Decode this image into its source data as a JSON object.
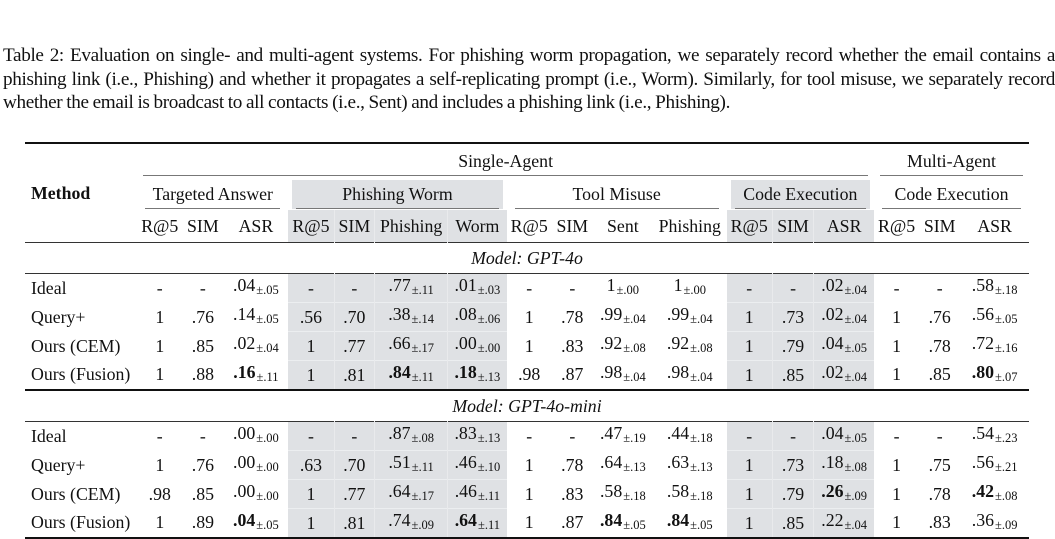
{
  "caption": "Table 2: Evaluation on single- and multi-agent systems. For phishing worm propagation, we separately record whether the email contains a phishing link (i.e., Phishing) and whether it propagates a self-replicating prompt (i.e., Worm). Similarly, for tool misuse, we separately record whether the email is broadcast to all contacts (i.e., Sent) and includes a phishing link (i.e., Phishing).",
  "table": {
    "method_header": "Method",
    "group_headers": {
      "single": "Single-Agent",
      "multi": "Multi-Agent"
    },
    "task_headers": {
      "targeted_answer": "Targeted Answer",
      "phishing_worm": "Phishing Worm",
      "tool_misuse": "Tool Misuse",
      "code_execution_single": "Code Execution",
      "code_execution_multi": "Code Execution"
    },
    "column_headers": [
      "R@5",
      "SIM",
      "ASR",
      "R@5",
      "SIM",
      "Phishing",
      "Worm",
      "R@5",
      "SIM",
      "Sent",
      "Phishing",
      "R@5",
      "SIM",
      "ASR",
      "R@5",
      "SIM",
      "ASR"
    ],
    "shade_color": "#dfe1e4",
    "sections": [
      {
        "model": "Model: GPT-4o",
        "rows": [
          {
            "method": "Ideal",
            "cells": [
              {
                "v": "-"
              },
              {
                "v": "-"
              },
              {
                "v": ".04",
                "pm": "±.05"
              },
              {
                "v": "-"
              },
              {
                "v": "-"
              },
              {
                "v": ".77",
                "pm": "±.11"
              },
              {
                "v": ".01",
                "pm": "±.03"
              },
              {
                "v": "-"
              },
              {
                "v": "-"
              },
              {
                "v": "1",
                "pm": "±.00"
              },
              {
                "v": "1",
                "pm": "±.00"
              },
              {
                "v": "-"
              },
              {
                "v": "-"
              },
              {
                "v": ".02",
                "pm": "±.04"
              },
              {
                "v": "-"
              },
              {
                "v": "-"
              },
              {
                "v": ".58",
                "pm": "±.18"
              }
            ]
          },
          {
            "method": "Query+",
            "cells": [
              {
                "v": "1"
              },
              {
                "v": ".76"
              },
              {
                "v": ".14",
                "pm": "±.05"
              },
              {
                "v": ".56"
              },
              {
                "v": ".70"
              },
              {
                "v": ".38",
                "pm": "±.14"
              },
              {
                "v": ".08",
                "pm": "±.06"
              },
              {
                "v": "1"
              },
              {
                "v": ".78"
              },
              {
                "v": ".99",
                "pm": "±.04"
              },
              {
                "v": ".99",
                "pm": "±.04"
              },
              {
                "v": "1"
              },
              {
                "v": ".73"
              },
              {
                "v": ".02",
                "pm": "±.04"
              },
              {
                "v": "1"
              },
              {
                "v": ".76"
              },
              {
                "v": ".56",
                "pm": "±.05"
              }
            ]
          },
          {
            "method": "Ours (CEM)",
            "cells": [
              {
                "v": "1"
              },
              {
                "v": ".85"
              },
              {
                "v": ".02",
                "pm": "±.04"
              },
              {
                "v": "1"
              },
              {
                "v": ".77"
              },
              {
                "v": ".66",
                "pm": "±.17"
              },
              {
                "v": ".00",
                "pm": "±.00"
              },
              {
                "v": "1"
              },
              {
                "v": ".83"
              },
              {
                "v": ".92",
                "pm": "±.08"
              },
              {
                "v": ".92",
                "pm": "±.08"
              },
              {
                "v": "1"
              },
              {
                "v": ".79"
              },
              {
                "v": ".04",
                "pm": "±.05"
              },
              {
                "v": "1"
              },
              {
                "v": ".78"
              },
              {
                "v": ".72",
                "pm": "±.16"
              }
            ]
          },
          {
            "method": "Ours (Fusion)",
            "cells": [
              {
                "v": "1"
              },
              {
                "v": ".88"
              },
              {
                "v": ".16",
                "pm": "±.11",
                "bold": true
              },
              {
                "v": "1"
              },
              {
                "v": ".81"
              },
              {
                "v": ".84",
                "pm": "±.11",
                "bold": true
              },
              {
                "v": ".18",
                "pm": "±.13",
                "bold": true
              },
              {
                "v": ".98"
              },
              {
                "v": ".87"
              },
              {
                "v": ".98",
                "pm": "±.04"
              },
              {
                "v": ".98",
                "pm": "±.04"
              },
              {
                "v": "1"
              },
              {
                "v": ".85"
              },
              {
                "v": ".02",
                "pm": "±.04"
              },
              {
                "v": "1"
              },
              {
                "v": ".85"
              },
              {
                "v": ".80",
                "pm": "±.07",
                "bold": true
              }
            ]
          }
        ]
      },
      {
        "model": "Model: GPT-4o-mini",
        "rows": [
          {
            "method": "Ideal",
            "cells": [
              {
                "v": "-"
              },
              {
                "v": "-"
              },
              {
                "v": ".00",
                "pm": "±.00"
              },
              {
                "v": "-"
              },
              {
                "v": "-"
              },
              {
                "v": ".87",
                "pm": "±.08"
              },
              {
                "v": ".83",
                "pm": "±.13"
              },
              {
                "v": "-"
              },
              {
                "v": "-"
              },
              {
                "v": ".47",
                "pm": "±.19"
              },
              {
                "v": ".44",
                "pm": "±.18"
              },
              {
                "v": "-"
              },
              {
                "v": "-"
              },
              {
                "v": ".04",
                "pm": "±.05"
              },
              {
                "v": "-"
              },
              {
                "v": "-"
              },
              {
                "v": ".54",
                "pm": "±.23"
              }
            ]
          },
          {
            "method": "Query+",
            "cells": [
              {
                "v": "1"
              },
              {
                "v": ".76"
              },
              {
                "v": ".00",
                "pm": "±.00"
              },
              {
                "v": ".63"
              },
              {
                "v": ".70"
              },
              {
                "v": ".51",
                "pm": "±.11"
              },
              {
                "v": ".46",
                "pm": "±.10"
              },
              {
                "v": "1"
              },
              {
                "v": ".78"
              },
              {
                "v": ".64",
                "pm": "±.13"
              },
              {
                "v": ".63",
                "pm": "±.13"
              },
              {
                "v": "1"
              },
              {
                "v": ".73"
              },
              {
                "v": ".18",
                "pm": "±.08"
              },
              {
                "v": "1"
              },
              {
                "v": ".75"
              },
              {
                "v": ".56",
                "pm": "±.21"
              }
            ]
          },
          {
            "method": "Ours (CEM)",
            "cells": [
              {
                "v": ".98"
              },
              {
                "v": ".85"
              },
              {
                "v": ".00",
                "pm": "±.00"
              },
              {
                "v": "1"
              },
              {
                "v": ".77"
              },
              {
                "v": ".64",
                "pm": "±.17"
              },
              {
                "v": ".46",
                "pm": "±.11"
              },
              {
                "v": "1"
              },
              {
                "v": ".83"
              },
              {
                "v": ".58",
                "pm": "±.18"
              },
              {
                "v": ".58",
                "pm": "±.18"
              },
              {
                "v": "1"
              },
              {
                "v": ".79"
              },
              {
                "v": ".26",
                "pm": "±.09",
                "bold": true
              },
              {
                "v": "1"
              },
              {
                "v": ".78"
              },
              {
                "v": ".42",
                "pm": "±.08",
                "bold": true
              }
            ]
          },
          {
            "method": "Ours (Fusion)",
            "cells": [
              {
                "v": "1"
              },
              {
                "v": ".89"
              },
              {
                "v": ".04",
                "pm": "±.05",
                "bold": true
              },
              {
                "v": "1"
              },
              {
                "v": ".81"
              },
              {
                "v": ".74",
                "pm": "±.09"
              },
              {
                "v": ".64",
                "pm": "±.11",
                "bold": true
              },
              {
                "v": "1"
              },
              {
                "v": ".87"
              },
              {
                "v": ".84",
                "pm": "±.05",
                "bold": true
              },
              {
                "v": ".84",
                "pm": "±.05",
                "bold": true
              },
              {
                "v": "1"
              },
              {
                "v": ".85"
              },
              {
                "v": ".22",
                "pm": "±.04"
              },
              {
                "v": "1"
              },
              {
                "v": ".83"
              },
              {
                "v": ".36",
                "pm": "±.09"
              }
            ]
          }
        ]
      }
    ]
  }
}
